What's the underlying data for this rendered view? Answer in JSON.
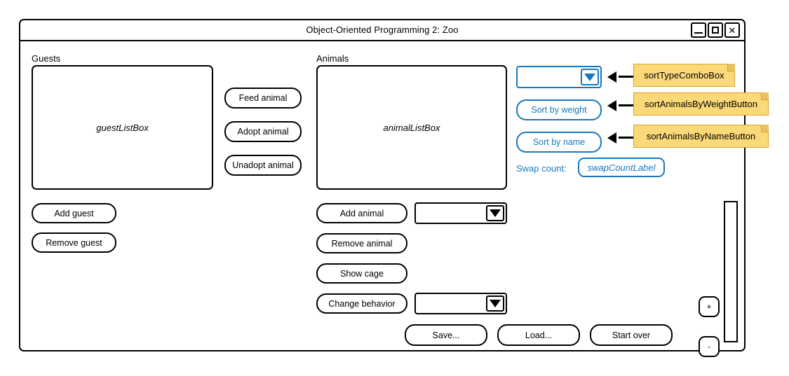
{
  "window": {
    "title": "Object-Oriented Programming 2: Zoo",
    "controls": {
      "minimize": "minimize",
      "maximize": "maximize",
      "close": "✕"
    }
  },
  "guests_panel": {
    "label": "Guests",
    "listbox_text": "guestListBox",
    "buttons": [
      {
        "label": "Add guest"
      },
      {
        "label": "Remove guest"
      }
    ]
  },
  "guest_actions": {
    "buttons": [
      {
        "label": "Feed animal"
      },
      {
        "label": "Adopt animal"
      },
      {
        "label": "Unadopt animal"
      }
    ]
  },
  "animals_panel": {
    "label": "Animals",
    "listbox_text": "animalListBox",
    "buttons": [
      {
        "label": "Add animal"
      },
      {
        "label": "Remove animal"
      },
      {
        "label": "Show cage"
      },
      {
        "label": "Change behavior"
      }
    ],
    "add_animal_combo_value": "",
    "change_behavior_combo_value": ""
  },
  "sort_panel": {
    "combo_value": "",
    "sort_by_weight_label": "Sort by weight",
    "sort_by_name_label": "Sort by name",
    "swap_count_label": "Swap count:",
    "swap_count_value": "swapCountLabel",
    "accent_color": "#1878bd"
  },
  "bottom_bar": {
    "buttons": [
      {
        "label": "Save..."
      },
      {
        "label": "Load..."
      },
      {
        "label": "Start over"
      }
    ]
  },
  "scroll_controls": {
    "increase_label": "+",
    "decrease_label": "-"
  },
  "annotations": {
    "note_color": "#fbd978",
    "items": [
      {
        "text": "sortTypeComboBox"
      },
      {
        "text": "sortAnimalsByWeightButton"
      },
      {
        "text": "sortAnimalsByNameButton"
      }
    ]
  }
}
